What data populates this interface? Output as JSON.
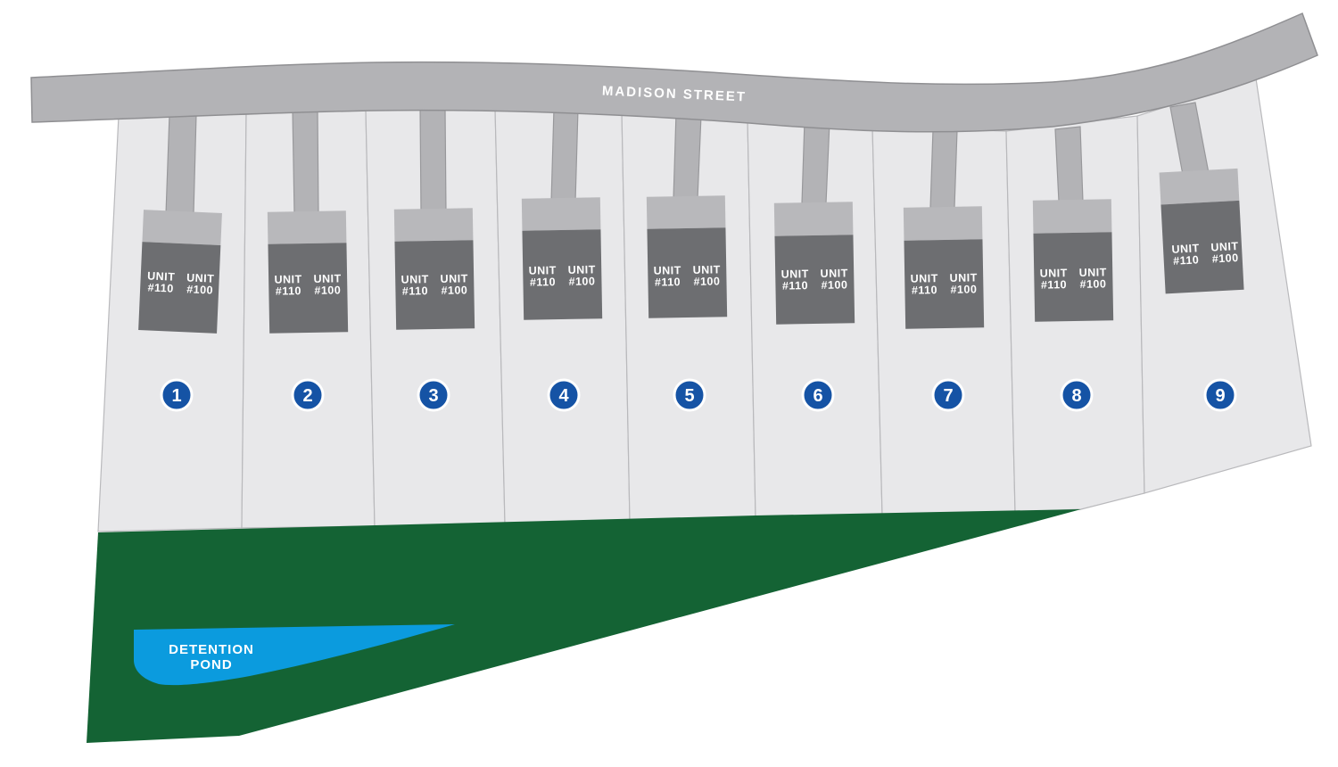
{
  "street": {
    "name": "MADISON STREET"
  },
  "pond": {
    "line1": "DETENTION",
    "line2": "POND"
  },
  "colors": {
    "lot": "#e8e8ea",
    "road": "#b3b3b6",
    "building": "#6d6e71",
    "garage": "#b8b8bb",
    "badge": "#1553a5",
    "green_space": "#146334",
    "pond": "#0b9bde"
  },
  "lots": [
    {
      "number": "1",
      "unit_a_label": "UNIT",
      "unit_a_num": "#110",
      "unit_b_label": "UNIT",
      "unit_b_num": "#100"
    },
    {
      "number": "2",
      "unit_a_label": "UNIT",
      "unit_a_num": "#110",
      "unit_b_label": "UNIT",
      "unit_b_num": "#100"
    },
    {
      "number": "3",
      "unit_a_label": "UNIT",
      "unit_a_num": "#110",
      "unit_b_label": "UNIT",
      "unit_b_num": "#100"
    },
    {
      "number": "4",
      "unit_a_label": "UNIT",
      "unit_a_num": "#110",
      "unit_b_label": "UNIT",
      "unit_b_num": "#100"
    },
    {
      "number": "5",
      "unit_a_label": "UNIT",
      "unit_a_num": "#110",
      "unit_b_label": "UNIT",
      "unit_b_num": "#100"
    },
    {
      "number": "6",
      "unit_a_label": "UNIT",
      "unit_a_num": "#110",
      "unit_b_label": "UNIT",
      "unit_b_num": "#100"
    },
    {
      "number": "7",
      "unit_a_label": "UNIT",
      "unit_a_num": "#110",
      "unit_b_label": "UNIT",
      "unit_b_num": "#100"
    },
    {
      "number": "8",
      "unit_a_label": "UNIT",
      "unit_a_num": "#110",
      "unit_b_label": "UNIT",
      "unit_b_num": "#100"
    },
    {
      "number": "9",
      "unit_a_label": "UNIT",
      "unit_a_num": "#110",
      "unit_b_label": "UNIT",
      "unit_b_num": "#100"
    }
  ]
}
